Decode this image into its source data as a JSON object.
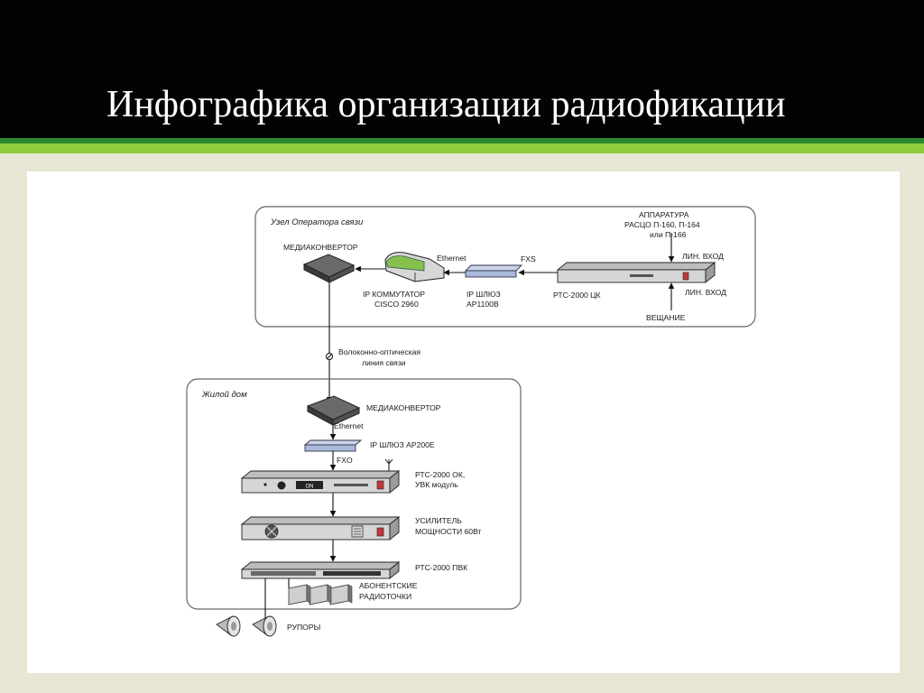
{
  "slide": {
    "title": "Инфографика организации радиофикации"
  },
  "colors": {
    "title_bar": "#030303",
    "stripe_dark": "#2e8b2e",
    "stripe_light": "#8fcc3c",
    "background": "#e7e6d4"
  },
  "operator_node": {
    "label": "Узел Оператора связи",
    "media_converter": "МЕДИАКОНВЕРТОР",
    "ethernet": "Ethernet",
    "fxs": "FXS",
    "equipment": [
      "АППАРАТУРА",
      "РАСЦО П-160, П-164",
      "или П-166"
    ],
    "line_in_1": "ЛИН. ВХОД",
    "line_in_2": "ЛИН. ВХОД",
    "switch": [
      "IP КОММУТАТОР",
      "CISCO 2960"
    ],
    "gateway": [
      "IP ШЛЮЗ",
      "AP1100B"
    ],
    "rts": "РТС-2000 ЦК",
    "broadcast": "ВЕЩАНИЕ"
  },
  "fiber_line": [
    "Волоконно-оптическая",
    "линия связи"
  ],
  "house_node": {
    "label": "Жилой дом",
    "media_converter": "МЕДИАКОНВЕРТОР",
    "ethernet": "Ethernet",
    "gateway": "IP ШЛЮЗ  AP200E",
    "fxo": "FXO",
    "rts_ok": [
      "РТС-2000 ОК,",
      "УВК модуль"
    ],
    "rts_ok_display": "ON",
    "amplifier": [
      "УСИЛИТЕЛЬ",
      "МОЩНОСТИ 60Вт"
    ],
    "pvk": "РТС-2000 ПВК",
    "subscribers": [
      "АБОНЕНТСКИЕ",
      "РАДИОТОЧКИ"
    ],
    "horns": "РУПОРЫ"
  }
}
